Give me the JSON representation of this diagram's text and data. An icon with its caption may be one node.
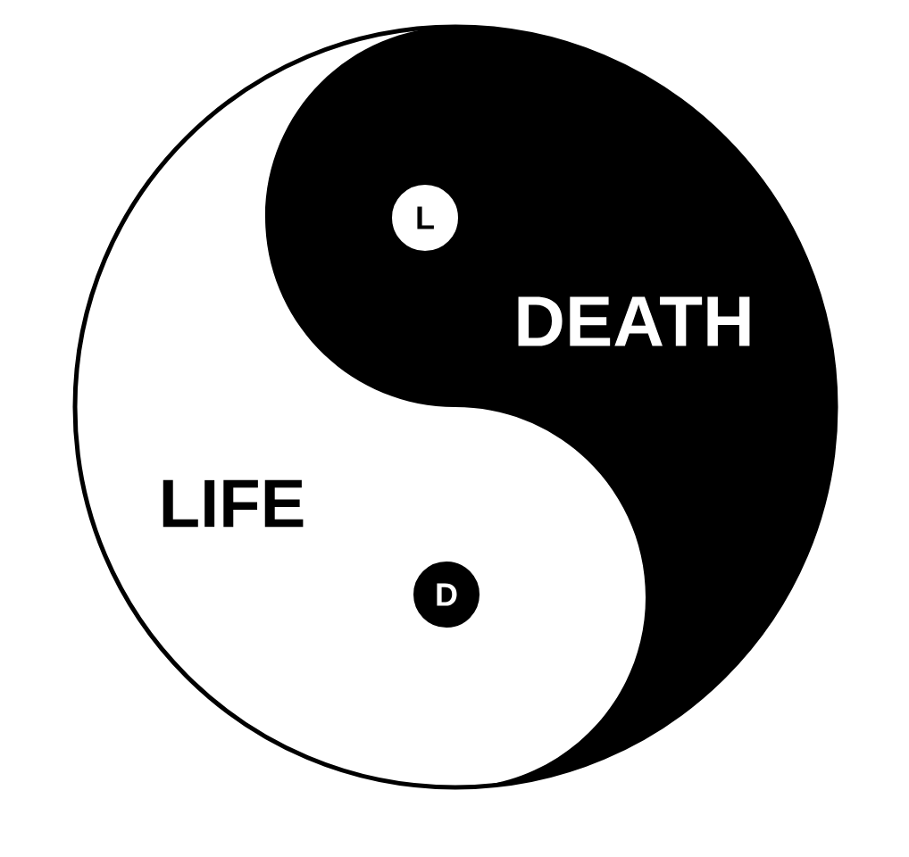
{
  "diagram": {
    "nodes": [
      {
        "text": [
          "DEATH"
        ]
      },
      {
        "text": [
          "L"
        ]
      },
      {
        "text": [
          "LIFE"
        ]
      },
      {
        "text": [
          "D"
        ]
      }
    ]
  }
}
